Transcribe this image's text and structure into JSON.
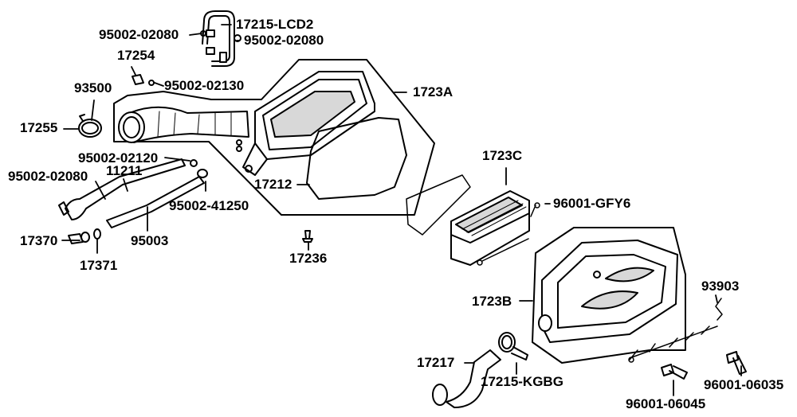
{
  "labels": {
    "p95002_02080_top": "95002-02080",
    "p17215_lcd2": "17215-LCD2",
    "p95002_02080_right": "95002-02080",
    "p17254": "17254",
    "p95002_02130": "95002-02130",
    "p93500": "93500",
    "p1723a": "1723A",
    "p17255": "17255",
    "p95002_02120": "95002-02120",
    "p95002_02080_left": "95002-02080",
    "p11211": "11211",
    "p17212": "17212",
    "p1723c": "1723C",
    "p96001_gfy6": "96001-GFY6",
    "p95002_41250": "95002-41250",
    "p17370": "17370",
    "p95003": "95003",
    "p17371": "17371",
    "p17236": "17236",
    "p1723b": "1723B",
    "p93903": "93903",
    "p17217": "17217",
    "p17215_kgbg": "17215-KGBG",
    "p96001_06035": "96001-06035",
    "p96001_06045": "96001-06045"
  },
  "colors": {
    "ink": "#000000",
    "paper": "#ffffff",
    "shade": "#d8d8d8"
  }
}
